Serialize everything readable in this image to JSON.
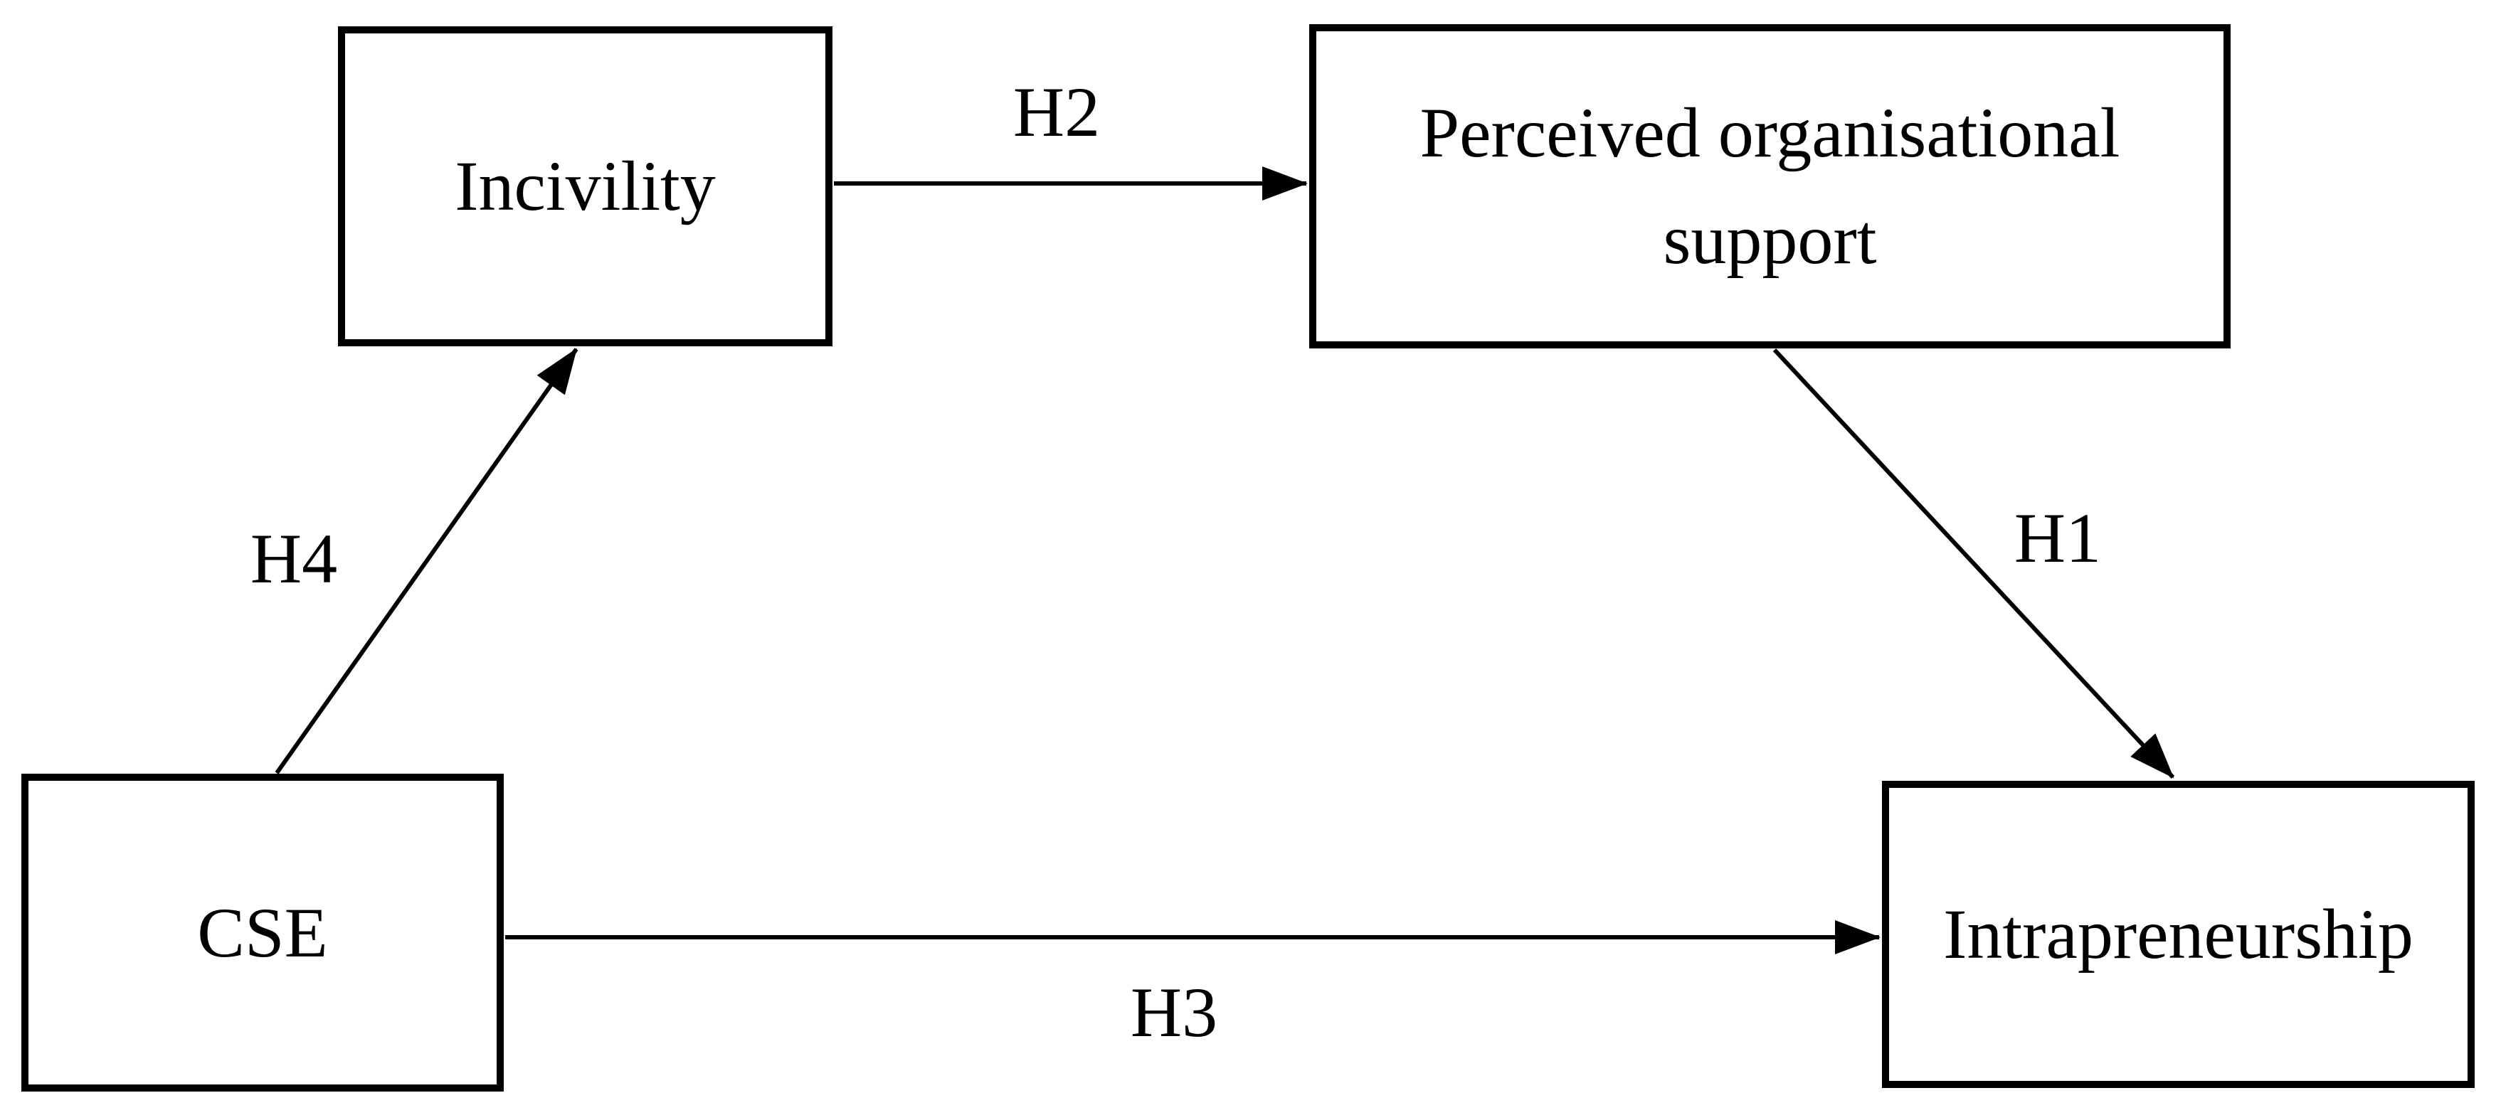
{
  "diagram": {
    "background_color": "#ffffff",
    "ink_color": "#000000"
  },
  "boxes": {
    "incivility": {
      "label": "Incivility"
    },
    "pos": {
      "label": "Perceived organisational support",
      "line1": "Perceived organisational",
      "line2": "support"
    },
    "cse": {
      "label": "CSE"
    },
    "intrapreneurship": {
      "label": "Intrapreneurship"
    }
  },
  "arrows": {
    "h1": {
      "label": "H1",
      "from": "pos",
      "to": "intrapreneurship"
    },
    "h2": {
      "label": "H2",
      "from": "incivility",
      "to": "pos"
    },
    "h3": {
      "label": "H3",
      "from": "cse",
      "to": "intrapreneurship"
    },
    "h4": {
      "label": "H4",
      "from": "cse",
      "to": "incivility"
    }
  }
}
